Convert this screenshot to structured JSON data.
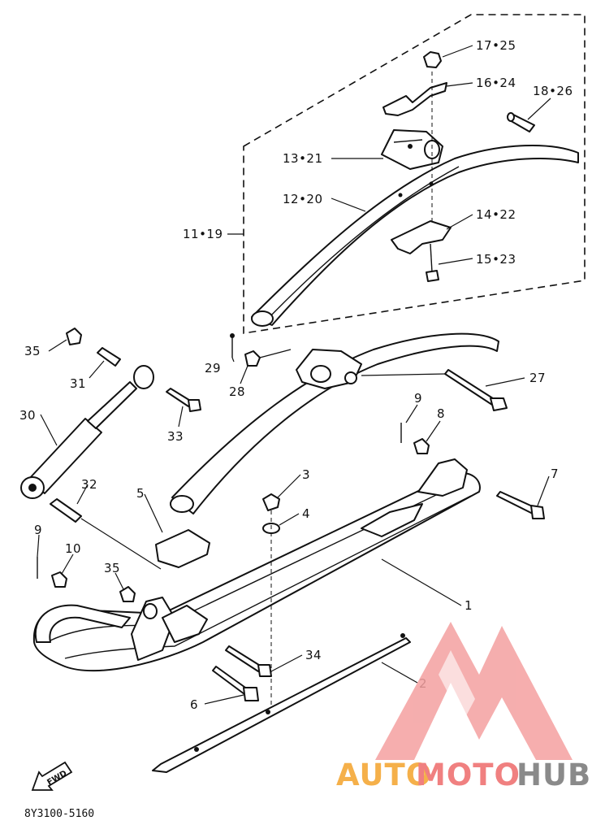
{
  "callouts": {
    "c17_25": "17•25",
    "c16_24": "16•24",
    "c18_26": "18•26",
    "c13_21": "13•21",
    "c12_20": "12•20",
    "c14_22": "14•22",
    "c11_19": "11•19",
    "c15_23": "15•23",
    "c35a": "35",
    "c29": "29",
    "c31": "31",
    "c28": "28",
    "c27": "27",
    "c30": "30",
    "c33": "33",
    "c9a": "9",
    "c8": "8",
    "c3": "3",
    "c7": "7",
    "c32": "32",
    "c5": "5",
    "c4": "4",
    "c9b": "9",
    "c10": "10",
    "c35b": "35",
    "c1": "1",
    "c34": "34",
    "c2": "2",
    "c6": "6"
  },
  "fwd_label": "FWD",
  "drawing_code": "8Y3100-5160",
  "watermark": {
    "auto": "AUTO",
    "moto": "MOTO",
    "hub": "HUB",
    "colors": {
      "auto": "#f5b04a",
      "moto": "#f08080",
      "hub": "#8a8a8a",
      "logo": "#f4a0a0"
    }
  }
}
